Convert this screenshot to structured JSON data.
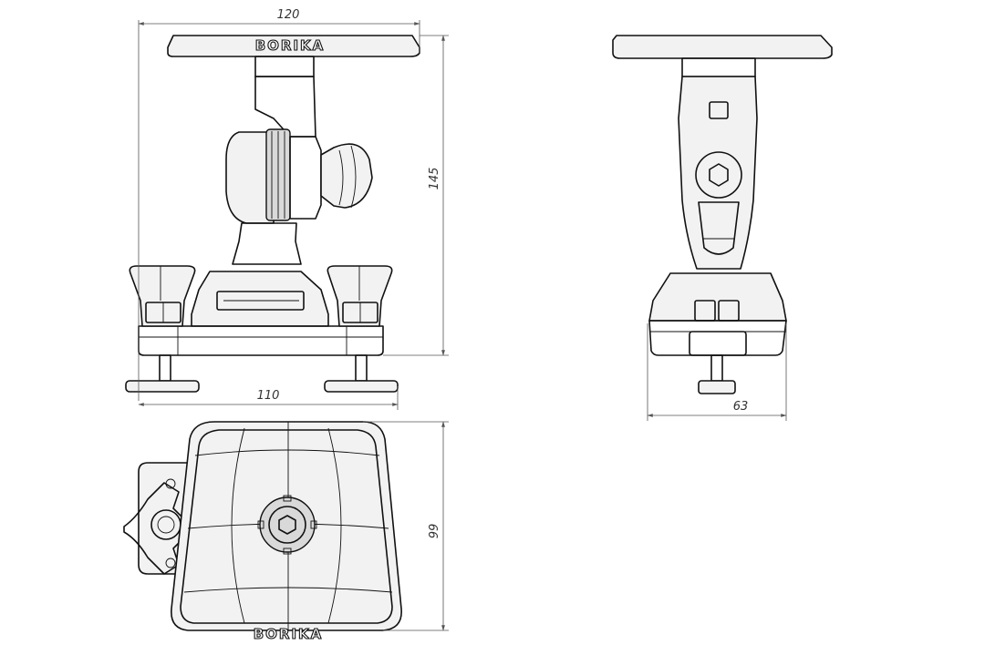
{
  "brand": {
    "logo_text": "BORIKA"
  },
  "dimensions": {
    "top_width": "120",
    "front_height": "145",
    "base_width": "110",
    "side_width": "63",
    "plan_depth": "99"
  }
}
